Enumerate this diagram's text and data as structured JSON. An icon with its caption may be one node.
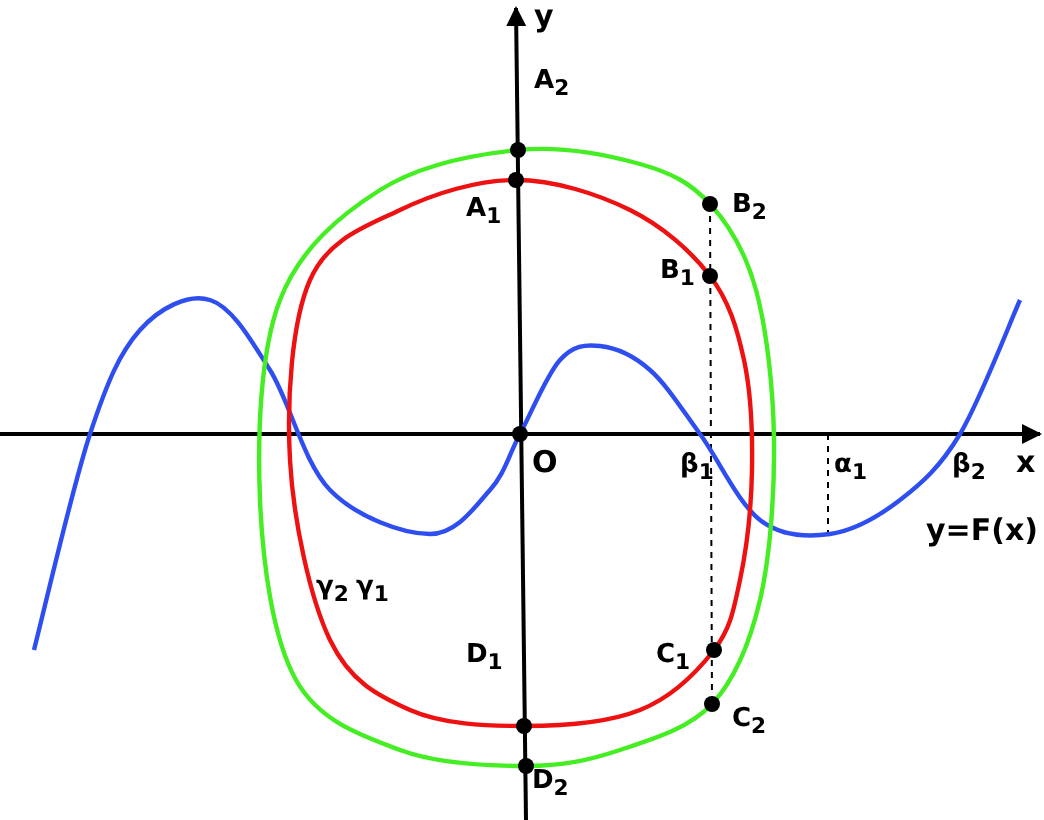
{
  "diagram": {
    "labels": [
      "y",
      "A$_{2}$",
      "A$_{1}$",
      "B$_{2}$",
      "B$_{1}$",
      "O",
      "β$_{1}$",
      "α$_{1}$",
      "β$_{2}$",
      "x",
      "y=F(x)",
      "γ$_{2}$",
      "γ$_{1}$",
      "D$_{1}$",
      "C$_{1}$",
      "C$_{2}$",
      "D$_{2}$"
    ]
  }
}
